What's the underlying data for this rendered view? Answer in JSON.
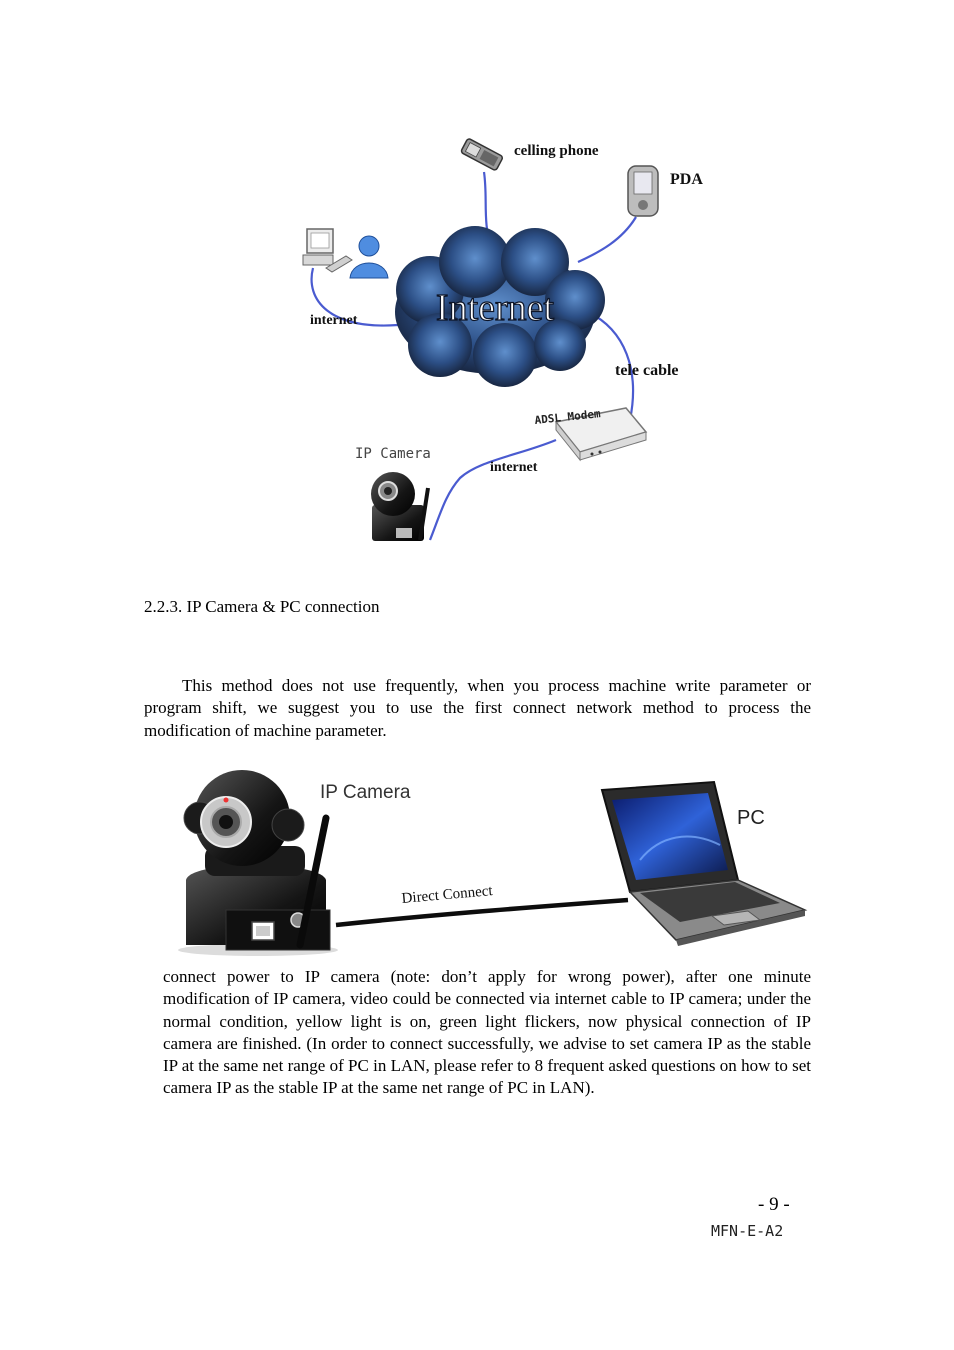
{
  "diagram1": {
    "labels": {
      "cell_phone": "celling phone",
      "pda": "PDA",
      "internet_cloud": "Internet",
      "internet_left": "internet",
      "tele_cable": "tele cable",
      "adsl_modem": "ADSL Modem",
      "ip_camera": "IP Camera",
      "internet_bottom": "internet"
    },
    "colors": {
      "cloud_dark": "#1a2740",
      "cloud_light": "#4d7bb8",
      "link_line": "#4a5bd0"
    },
    "icons": [
      "cell-phone-icon",
      "pda-icon",
      "computer-icon",
      "user-icon",
      "cloud-icon",
      "adsl-modem-icon",
      "ip-camera-icon"
    ]
  },
  "section": {
    "heading": "2.2.3. IP Camera & PC connection",
    "paragraph": "This method does not use frequently, when you process machine write parameter or program shift, we suggest you to use the first connect network method to process the modification of machine parameter."
  },
  "diagram2": {
    "labels": {
      "ip_camera": "IP Camera",
      "pc": "PC",
      "direct_connect": "Direct Connect"
    },
    "icons": [
      "ip-camera-icon",
      "laptop-icon"
    ]
  },
  "body_text": "connect power to IP camera (note:   don’t apply for wrong power), after one minute modification of IP camera, video could be connected via internet cable to IP camera;  under the normal condition,  yellow light is on, green light flickers, now physical connection of IP camera are finished. (In order to connect successfully, we advise to set camera IP as the stable IP at the same net range of PC in LAN, please refer to 8 frequent asked questions on how to set camera IP as the stable IP at the same net range of PC in LAN).",
  "footer": {
    "page_number": "- 9 -",
    "doc_code": "MFN-E-A2"
  }
}
